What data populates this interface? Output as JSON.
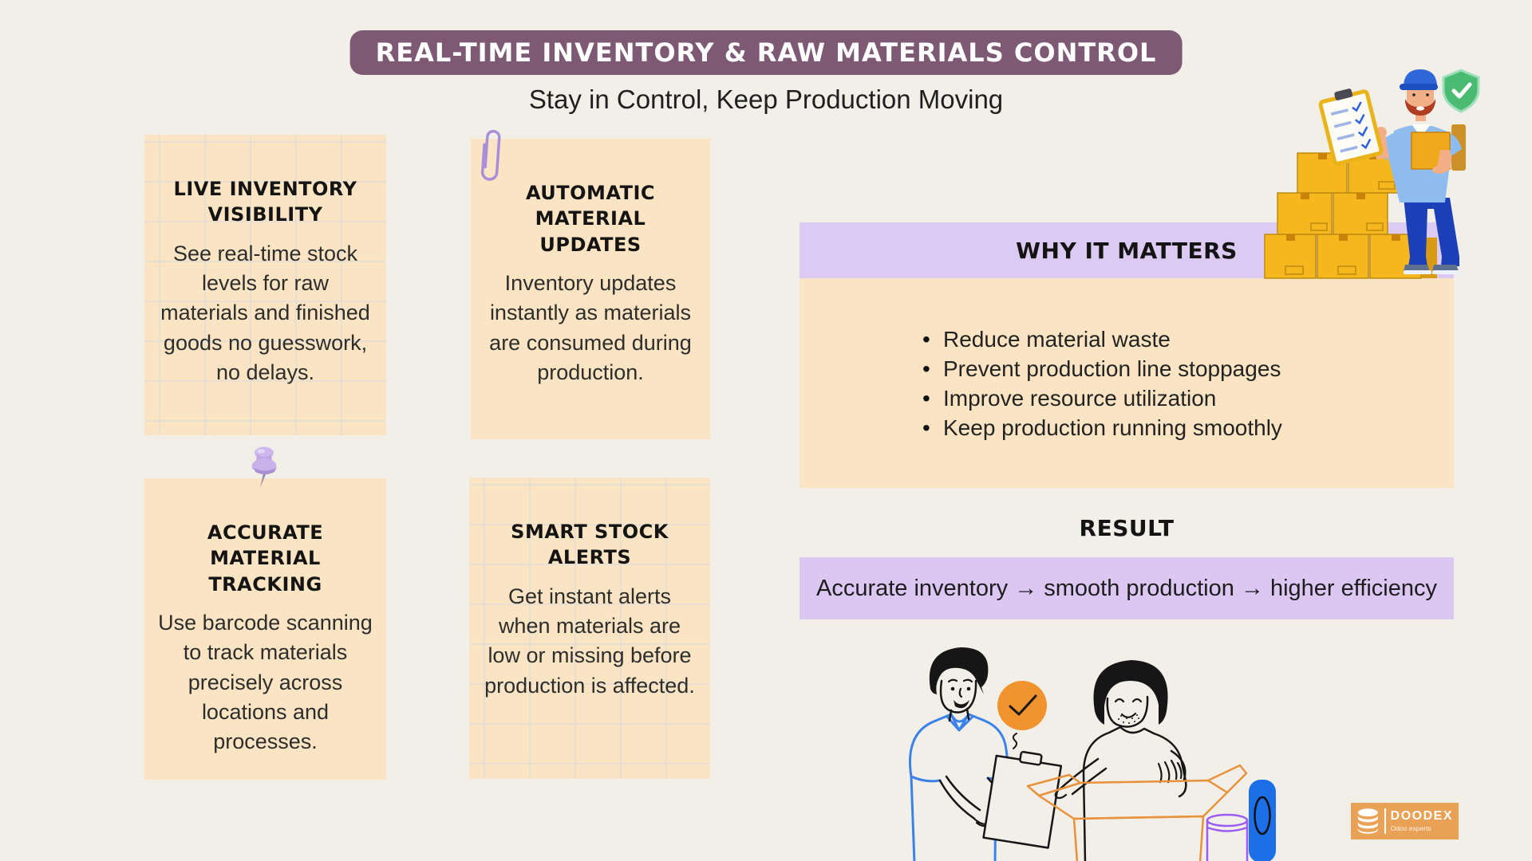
{
  "header": {
    "title_banner": "REAL-TIME INVENTORY & RAW MATERIALS CONTROL",
    "subtitle": "Stay in Control, Keep Production Moving"
  },
  "notes": [
    {
      "title": "LIVE INVENTORY\nVISIBILITY",
      "body": "See real-time stock levels for raw materials and finished goods no guesswork, no delays.",
      "style": "grid",
      "decoration": "none"
    },
    {
      "title": "AUTOMATIC MATERIAL\nUPDATES",
      "body": "Inventory updates instantly as materials are consumed during production.",
      "style": "plain",
      "decoration": "paperclip-icon"
    },
    {
      "title": "ACCURATE MATERIAL\nTRACKING",
      "body": "Use barcode scanning to track materials precisely across locations and processes.",
      "style": "plain",
      "decoration": "pushpin-icon"
    },
    {
      "title": "SMART STOCK\nALERTS",
      "body": "Get instant alerts when materials are low or missing before production is affected.",
      "style": "grid",
      "decoration": "none"
    }
  ],
  "why_it_matters": {
    "title": "WHY IT MATTERS",
    "bullets": [
      "Reduce material waste",
      "Prevent production line stoppages",
      "Improve resource utilization",
      "Keep production running smoothly"
    ]
  },
  "result": {
    "title": "RESULT",
    "text": "Accurate inventory → smooth production → higher efficiency"
  },
  "logo": {
    "name": "DOODEX",
    "tagline": "Odoo experts"
  },
  "icons": {
    "paperclip": "paperclip-icon",
    "pushpin": "pushpin-icon",
    "shield_check": "shield-check-icon",
    "checkmark_circle": "checkmark-circle-icon",
    "database": "database-icon"
  },
  "colors": {
    "page_background": "#F2EFE9",
    "banner_plum": "#7D5973",
    "note_peach": "#FBE4C3",
    "lavender": "#DCCAF2",
    "logo_orange": "#E9A155",
    "shield_green": "#4CBB72",
    "box_orange": "#F5B41F",
    "check_circle_orange": "#F0922E",
    "outline_blue": "#3B82E8",
    "outline_orange": "#E8923C",
    "outline_purple": "#9B5CF2"
  }
}
